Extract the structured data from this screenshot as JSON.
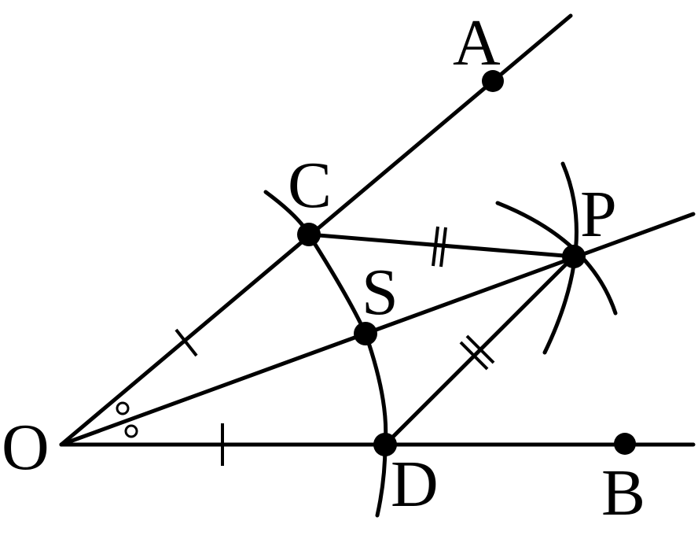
{
  "diagram": {
    "labels": {
      "O": "O",
      "A": "A",
      "B": "B",
      "C": "C",
      "D": "D",
      "P": "P",
      "S": "S"
    },
    "colors": {
      "stroke": "#000000",
      "background": "#ffffff"
    }
  }
}
